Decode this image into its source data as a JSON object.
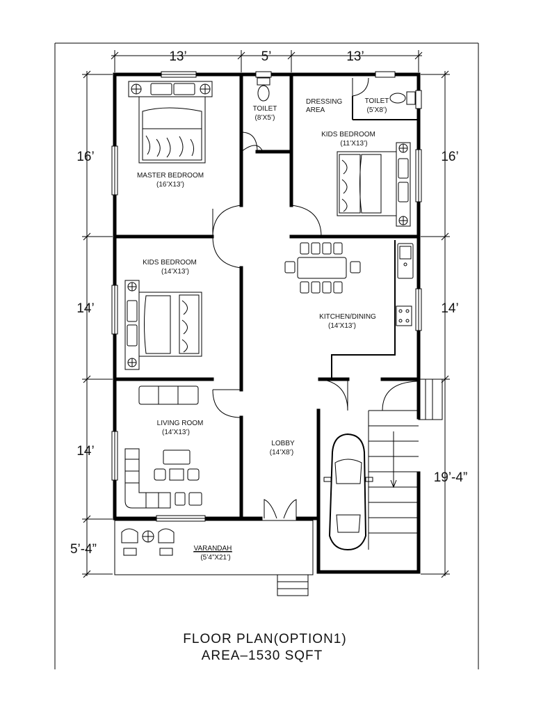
{
  "dimensions": {
    "top": [
      "13’",
      "5’",
      "13’"
    ],
    "left": [
      "16’",
      "14’",
      "14’",
      "5’-4”"
    ],
    "right": [
      "16’",
      "14’",
      "19’-4”"
    ]
  },
  "rooms": {
    "master_bedroom": {
      "name": "MASTER BEDROOM",
      "size": "(16’X13’)"
    },
    "toilet_1": {
      "name": "TOILET",
      "size": "(8’X5’)"
    },
    "dressing_area": {
      "line1": "DRESSING",
      "line2": "AREA"
    },
    "toilet_2": {
      "name": "TOILET",
      "size": "(5’X8’)"
    },
    "kids_bedroom_1": {
      "name": "KIDS BEDROOM",
      "size": "(11’X13’)"
    },
    "kids_bedroom_2": {
      "name": "KIDS BEDROOM",
      "size": "(14’X13’)"
    },
    "kitchen_dining": {
      "name": "KITCHEN/DINING",
      "size": "(14’X13’)"
    },
    "living_room": {
      "name": "LIVING ROOM",
      "size": "(14’X13’)"
    },
    "lobby": {
      "name": "LOBBY",
      "size": "(14’X8’)"
    },
    "varandah": {
      "name": "VARANDAH",
      "size": "(5’4”X21’)"
    }
  },
  "title": {
    "line1": "FLOOR PLAN(OPTION1)",
    "line2": "AREA–1530 SQFT"
  }
}
